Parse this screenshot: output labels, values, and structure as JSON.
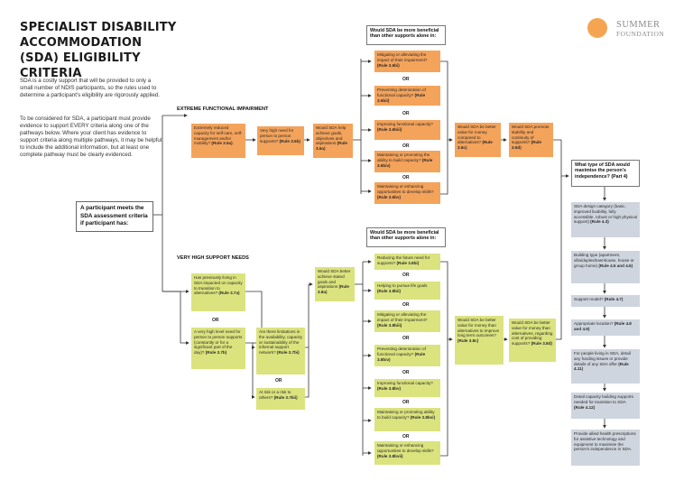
{
  "header": {
    "title": "SPECIALIST DISABILITY ACCOMMODATION (SDA) ELIGIBILITY CRITERIA",
    "intro_p1": "SDA is a costly support that will be provided to only a small number of NDIS participants, so the rules used to determine a participant's eligibility are rigorously applied.",
    "intro_p2": "To be considered for SDA, a participant must provide evidence to support EVERY criteria along one of the pathways below. Where your client has evidence to support criteria along multiple pathways, it may be helpful to include the additional information, but at least one complete pathway must be clearly evidenced."
  },
  "logo": {
    "line1": "SUMMER",
    "line2": "FOUNDATION"
  },
  "start": {
    "text": "A participant meets the SDA assessment criteria if participant has:"
  },
  "or_label": "OR",
  "extreme": {
    "heading": "EXTREME FUNCTIONAL IMPAIRMENT",
    "question": "Would SDA be more beneficial than other supports alone in:",
    "a1": {
      "text": "Extremely reduced capacity for self-care, self-management and/or mobility?",
      "rule": "(Rule 3.5a)"
    },
    "a2": {
      "text": "Very high need for person to person supports?",
      "rule": "(Rule 3.5b)"
    },
    "a3": {
      "text": "Would SDA help achieve goals, objectives and aspirations",
      "rule": "(Rule 3.6a)"
    },
    "opts": [
      {
        "text": "Mitigating or alleviating the impact of their impairment?",
        "rule": "(Rule 3.6bi)"
      },
      {
        "text": "Preventing deterioration of functional capacity?",
        "rule": "(Rule 3.6bii)"
      },
      {
        "text": "Improving functional capacity?",
        "rule": "(Rule 3.6biii)"
      },
      {
        "text": "Maintaining or promoting the ability to build capacity?",
        "rule": "(Rule 3.6biv)"
      },
      {
        "text": "Maintaining or enhancing opportunities to develop skills?",
        "rule": "(Rule 3.6bv)"
      }
    ],
    "c1": {
      "text": "Would SDA be better value for money compared to alternatives?",
      "rule": "(Rule 3.6c)"
    },
    "c2": {
      "text": "Would SDA promote stability and continuity of supports?",
      "rule": "(Rule 3.6d)"
    }
  },
  "vhsn": {
    "heading": "VERY HIGH SUPPORT NEEDS",
    "question": "Would SDA be more beneficial than other supports alone in:",
    "b1": {
      "text": "Has previously living in SDA impacted on capacity to transition to alternatives?",
      "rule": "(Rule 3.7a)"
    },
    "b2": {
      "text": "A very high level need for person to person supports (constantly or for a significant part of the day)?",
      "rule": "(Rule 3.7b)"
    },
    "b3": {
      "text": "Are there limitations in the availability, capacity or sustainability of the informal support network?",
      "rule": "(Rule 3.7bi)"
    },
    "b4": {
      "text": "At risk or a risk to others?",
      "rule": "(Rule 3.7bii)"
    },
    "b5": {
      "text": "Would SDA better achieve stated goals and aspirations",
      "rule": "(Rule 3.8a)"
    },
    "opts": [
      {
        "text": "Reducing the future need for supports?",
        "rule": "(Rule 3.8bi)"
      },
      {
        "text": "Helping to pursue life goals",
        "rule": "(Rule 3.8bii)"
      },
      {
        "text": "Mitigating or alleviating the impact of their impairment?",
        "rule": "(Rule 3.8biii)"
      },
      {
        "text": "Preventing deterioration of functional capacity?",
        "rule": "(Rule 3.8biv)"
      },
      {
        "text": "Improving functional capacity?",
        "rule": "(Rule 3.8bv)"
      },
      {
        "text": "Maintaining or promoting ability to build capacity?",
        "rule": "(Rule 3.8bvi)"
      },
      {
        "text": "Maintaining or enhancing opportunities to develop skills?",
        "rule": "(Rule 3.8bvii)"
      }
    ],
    "c1": {
      "text": "Would SDA be better value for money than alternatives to improve long term outcomes?",
      "rule": "(Rule 3.8c)"
    },
    "c2": {
      "text": "Would SDA be better value for money than alternatives, regarding cost of providing supports?",
      "rule": "(Rule 3.8d)"
    }
  },
  "right": {
    "question": "What type of SDA would maximise the person's independence? (Part 4)",
    "steps": [
      {
        "text": "SDA design category (basic, improved livability, fully accessible, robust or high physical support)",
        "rule": "(Rule 4.3)"
      },
      {
        "text": "Building type (apartment, villa/duplex/townhouse, house or group home)",
        "rule": "(Rule 4.5 and 4.6)"
      },
      {
        "text": "Support model?",
        "rule": "(Rule 4.7)"
      },
      {
        "text": "Appropriate location?",
        "rule": "(Rule 4.8 and 4.9)"
      },
      {
        "text": "For people living in SDA, detail any funding issues or provide details of any SDA offer",
        "rule": "(Rule 4.11)"
      },
      {
        "text": "Detail capacity building supports needed for transition to SDA",
        "rule": "(Rule 4.12)"
      },
      {
        "text": "Provide allied health prescriptions for assistive technology and equipment to maximise the person's independence in SDA.",
        "rule": ""
      }
    ]
  }
}
